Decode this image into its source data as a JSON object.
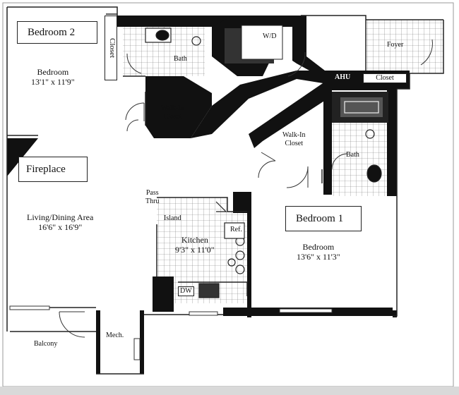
{
  "labels": {
    "bedroom2_tag": "Bedroom 2",
    "bedroom1_tag": "Bedroom 1",
    "fireplace_tag": "Fireplace",
    "closet_top": "Closet",
    "bath_top": "Bath",
    "wd": "W/D",
    "foyer": "Foyer",
    "ahu": "AHU",
    "closet_right": "Closet",
    "walkin_top_l1": "Walk-In",
    "walkin_top_l2": "Closet",
    "walkin_right_l1": "Walk-In",
    "walkin_right_l2": "Closet",
    "bath_right": "Bath",
    "bedroom2_name": "Bedroom",
    "bedroom2_dims": "13'1\" x 11'9\"",
    "living_name": "Living/Dining Area",
    "living_dims": "16'6\" x 16'9\"",
    "pass_l1": "Pass",
    "pass_l2": "Thru",
    "island": "Island",
    "ref": "Ref.",
    "kitchen_name": "Kitchen",
    "kitchen_dims": "9'3\" x 11'0\"",
    "dw": "DW",
    "bedroom1_name": "Bedroom",
    "bedroom1_dims": "13'6\" x 11'3\"",
    "balcony": "Balcony",
    "mech": "Mech."
  }
}
